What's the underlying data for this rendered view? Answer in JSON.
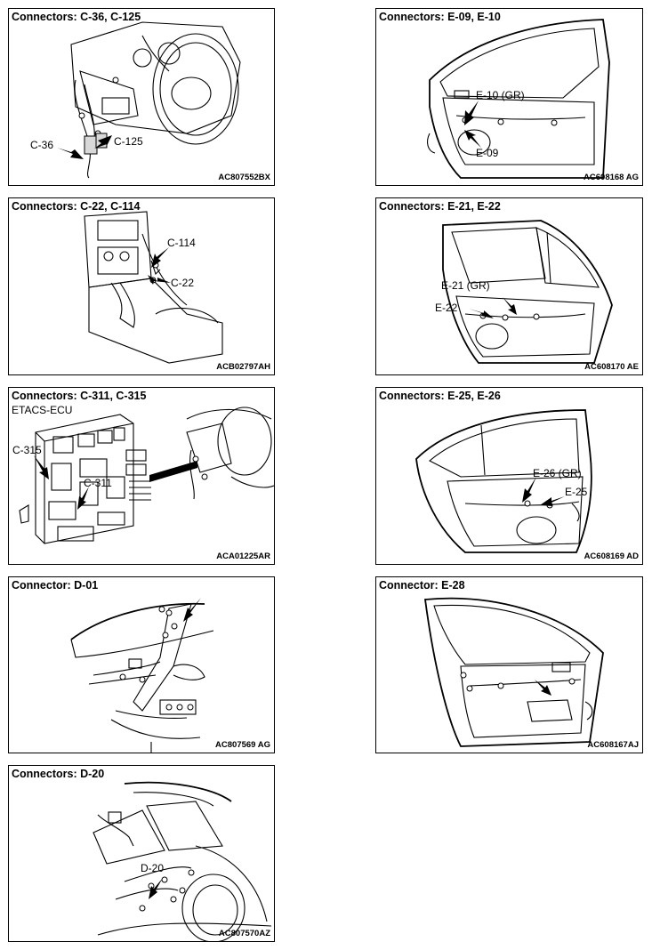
{
  "panels": [
    {
      "id": "p1",
      "title": "Connectors: C-36, C-125",
      "code": "AC807552BX",
      "labels": [
        "C-36",
        "C-125"
      ]
    },
    {
      "id": "p2",
      "title": "Connectors: E-09, E-10",
      "code": "AC608168 AG",
      "labels": [
        "E-10 (GR)",
        "E-09"
      ]
    },
    {
      "id": "p3",
      "title": "Connectors: C-22, C-114",
      "code": "ACB02797AH",
      "labels": [
        "C-114",
        "C-22"
      ]
    },
    {
      "id": "p4",
      "title": "Connectors: E-21, E-22",
      "code": "AC608170 AE",
      "labels": [
        "E-21 (GR)",
        "E-22"
      ]
    },
    {
      "id": "p5",
      "title": "Connectors: C-311, C-315",
      "subtitle": "ETACS-ECU",
      "code": "ACA01225AR",
      "labels": [
        "C-315",
        "C-311"
      ]
    },
    {
      "id": "p6",
      "title": "Connectors: E-25, E-26",
      "code": "AC608169 AD",
      "labels": [
        "E-26 (GR)",
        "E-25"
      ]
    },
    {
      "id": "p7",
      "title": "Connector: D-01",
      "code": "AC807569 AG",
      "labels": []
    },
    {
      "id": "p8",
      "title": "Connector: E-28",
      "code": "AC608167AJ",
      "labels": []
    },
    {
      "id": "p9",
      "title": "Connectors: D-20",
      "code": "AC807570AZ",
      "labels": [
        "D-20"
      ]
    }
  ]
}
